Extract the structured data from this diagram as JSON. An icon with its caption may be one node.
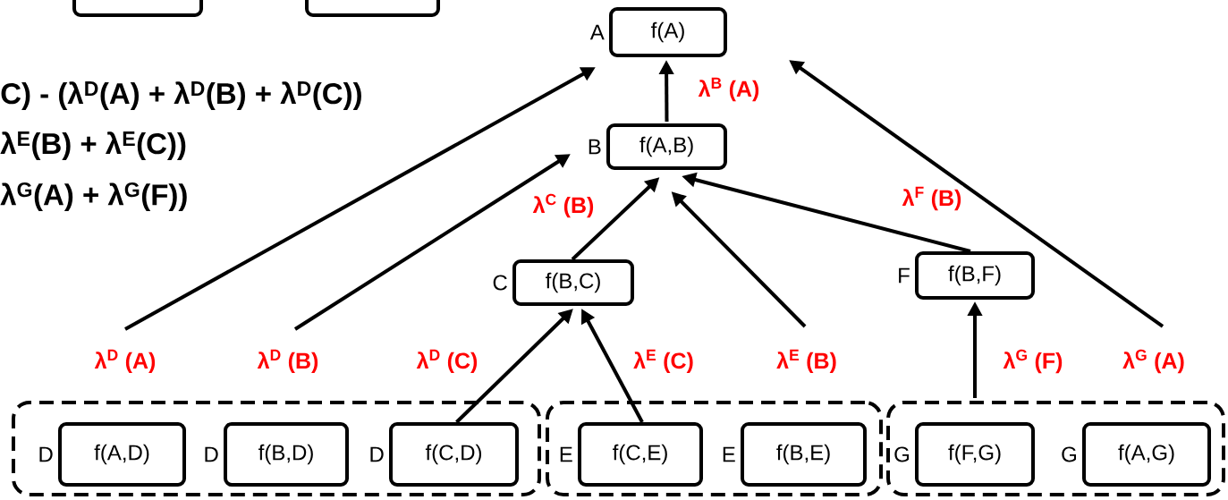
{
  "diagram": {
    "nodes": [
      {
        "text": [],
        "shape": "box"
      },
      {
        "text": [],
        "shape": "box"
      },
      {
        "text": [
          "f(A)"
        ],
        "beside": [
          "A"
        ]
      },
      {
        "text": [
          "f(A,B)"
        ],
        "beside": [
          "B"
        ]
      },
      {
        "text": [
          "f(B,C)"
        ],
        "beside": [
          "C"
        ]
      },
      {
        "text": [
          "f(B,F)"
        ],
        "beside": [
          "F"
        ]
      },
      {
        "text": [],
        "shape": "box"
      },
      {
        "text": [
          "f(A,D)"
        ],
        "beside": [
          "D"
        ],
        "in": 6
      },
      {
        "text": [
          "f(B,D)"
        ],
        "beside": [
          "D"
        ],
        "in": 6
      },
      {
        "text": [
          "f(C,D)"
        ],
        "beside": [
          "D"
        ],
        "in": 6
      },
      {
        "text": [],
        "shape": "box"
      },
      {
        "text": [
          "f(C,E)"
        ],
        "beside": [
          "E"
        ],
        "in": 10
      },
      {
        "text": [
          "f(B,E)"
        ],
        "beside": [
          "E"
        ],
        "in": 10
      },
      {
        "text": [],
        "shape": "box"
      },
      {
        "text": [
          "f(F,G)"
        ],
        "beside": [
          "G"
        ],
        "in": 13
      },
      {
        "text": [
          "f(A,G)"
        ],
        "beside": [
          "G"
        ],
        "in": 13
      }
    ],
    "edges": [
      {
        "from": null,
        "to": 2,
        "arrow": "to",
        "label": "λ$^{D}$ (A)"
      },
      {
        "from": null,
        "to": 3,
        "arrow": "to",
        "label": "λ$^{D}$ (B)"
      },
      {
        "from": 9,
        "to": 4,
        "arrow": "to",
        "label": "λ$^{D}$ (C)"
      },
      {
        "from": 11,
        "to": 4,
        "arrow": "to",
        "label": "λ$^{E}$ (C)"
      },
      {
        "from": null,
        "to": 3,
        "arrow": "to",
        "label": "λ$^{E}$ (B)"
      },
      {
        "from": 4,
        "to": 3,
        "arrow": "to",
        "label": "λ$^{C}$ (B)"
      },
      {
        "from": 5,
        "to": 3,
        "arrow": "to",
        "label": "λ$^{F}$ (B)"
      },
      {
        "from": 14,
        "to": 5,
        "arrow": "to",
        "label": "λ$^{G}$ (F)"
      },
      {
        "from": null,
        "to": 2,
        "arrow": "to",
        "label": "λ$^{G}$ (A)"
      },
      {
        "from": 3,
        "to": 2,
        "arrow": "to",
        "label": "λ$^{B}$ (A)"
      }
    ],
    "labels": [
      "C) - (λ$^{D}$(A) + λ$^{D}$(B) + λ$^{D}$(C))",
      "λ$^{E}$(B) + λ$^{E}$(C))",
      "λ$^{G}$(A) + λ$^{G}$(F))"
    ]
  }
}
